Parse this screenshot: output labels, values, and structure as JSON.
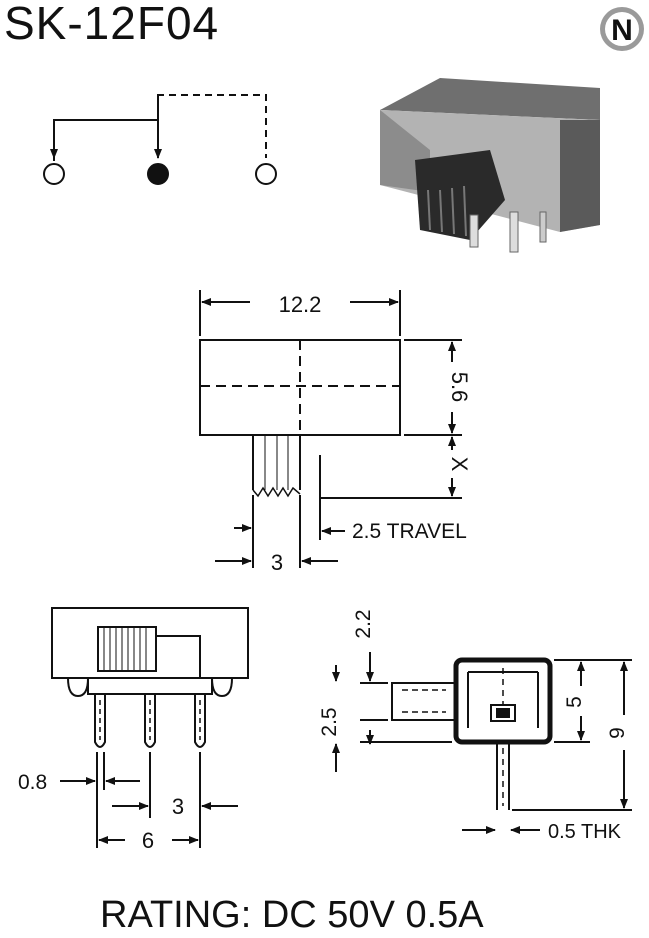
{
  "model": "SK-12F04",
  "brand_mark": "N",
  "rating": "RATING: DC 50V 0.5A",
  "top_view": {
    "width": "12.2",
    "height": "5.6",
    "stem_extension": "X",
    "travel": "2.5 TRAVEL",
    "stem_width": "3"
  },
  "front_view": {
    "pin_width": "0.8",
    "pin_pitch": "3",
    "pin_span": "6"
  },
  "side_view": {
    "actuator_top": "2.2",
    "actuator_height": "2.5",
    "body_height": "5",
    "total_height": "9",
    "pin_thickness": "0.5 THK"
  },
  "colors": {
    "ink": "#111111",
    "photo_body": "#8a8a8a",
    "photo_shade": "#3c3c3c"
  }
}
